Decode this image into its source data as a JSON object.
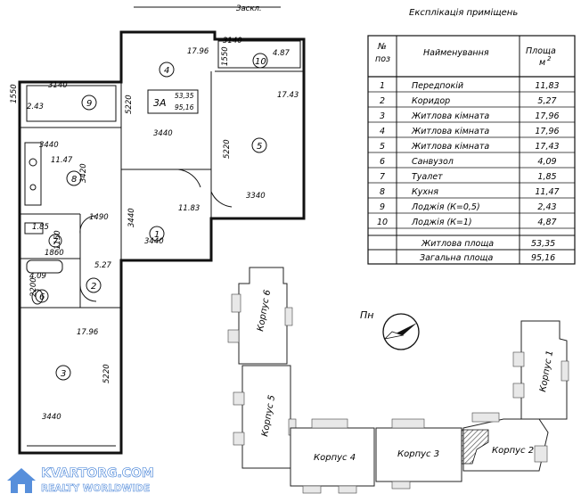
{
  "table": {
    "title": "Експлікація приміщень",
    "header_no": "№",
    "header_no2": "поз",
    "header_name": "Найменування",
    "header_area": "Площа",
    "header_unit": "м",
    "header_sup": "2",
    "rows": [
      {
        "no": "1",
        "name": "Передпокій",
        "area": "11,83"
      },
      {
        "no": "2",
        "name": "Коридор",
        "area": "5,27"
      },
      {
        "no": "3",
        "name": "Житлова кімната",
        "area": "17,96"
      },
      {
        "no": "4",
        "name": "Житлова кімната",
        "area": "17,96"
      },
      {
        "no": "5",
        "name": "Житлова кімната",
        "area": "17,43"
      },
      {
        "no": "6",
        "name": "Санвузол",
        "area": "4,09"
      },
      {
        "no": "7",
        "name": "Туалет",
        "area": "1,85"
      },
      {
        "no": "8",
        "name": "Кухня",
        "area": "11,47"
      },
      {
        "no": "9",
        "name": "Лоджія (К=0,5)",
        "area": "2,43"
      },
      {
        "no": "10",
        "name": "Лоджія (К=1)",
        "area": "4,87"
      }
    ],
    "living_label": "Житлова площа",
    "living_value": "53,35",
    "total_label": "Загальна площа",
    "total_value": "95,16"
  },
  "plan": {
    "glazing": "Заскл.",
    "apt_type": "3А",
    "apt_living": "53,35",
    "apt_total": "95,16",
    "rooms": [
      {
        "no": "1",
        "area": "11.83"
      },
      {
        "no": "2",
        "area": "5.27"
      },
      {
        "no": "3",
        "area": "17.96"
      },
      {
        "no": "4",
        "area": "17.96"
      },
      {
        "no": "5",
        "area": "17.43"
      },
      {
        "no": "6",
        "area": "4.09"
      },
      {
        "no": "7",
        "area": "1.85"
      },
      {
        "no": "8",
        "area": "11.47"
      },
      {
        "no": "9",
        "area": "2.43"
      },
      {
        "no": "10",
        "area": "4.87"
      }
    ],
    "dims": {
      "d3140a": "3140",
      "d3140b": "3140",
      "d1550a": "1550",
      "d1550b": "1550",
      "d5220a": "5220",
      "d5220b": "5220",
      "d5220c": "5220",
      "d3440a": "3440",
      "d3440b": "3440",
      "d3440c": "3440",
      "d3440d": "3440",
      "d3440e": "3440",
      "d3420": "3420",
      "d3340": "3340",
      "d1490": "1490",
      "d1860": "1860",
      "d2200": "2200",
      "d1150": "1150"
    }
  },
  "site": {
    "north": "Пн",
    "buildings": [
      "Корпус 1",
      "Корпус 2",
      "Корпус 3",
      "Корпус 4",
      "Корпус 5",
      "Корпус 6"
    ]
  },
  "watermark": {
    "line1": "KVARTORG.COM",
    "line2": "REALTY WORLDWIDE"
  },
  "colors": {
    "ink": "#111111",
    "hatch": "#555555",
    "watermark": "#3a7bd5"
  }
}
